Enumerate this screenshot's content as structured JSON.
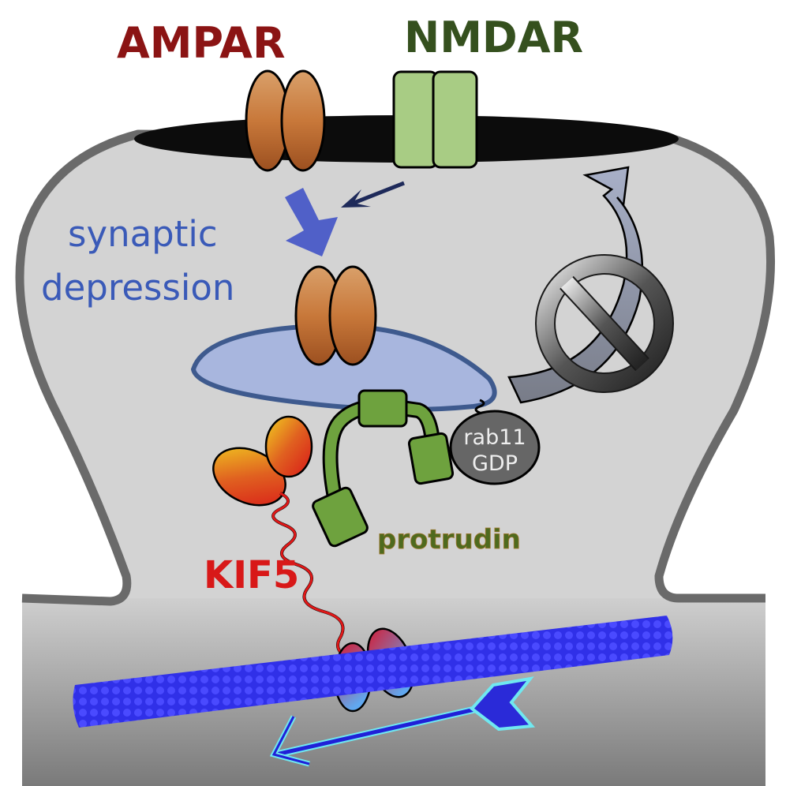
{
  "labels": {
    "ampar": "AMPAR",
    "nmdar": "NMDAR",
    "synaptic_line1": "synaptic",
    "synaptic_line2": "depression",
    "rab11_line1": "rab11",
    "rab11_line2": "GDP",
    "protrudin": "protrudin",
    "kif5": "KIF5"
  },
  "icons": {
    "prohibition": "prohibition-icon",
    "recycling_arrow": "curved-arrow-icon",
    "transport_arrow": "arrow-left-icon"
  },
  "colors": {
    "ampar_text": "#8b1414",
    "nmdar_text": "#35501e",
    "synaptic_text": "#3a5ab8",
    "ampar_fill": "#c87838",
    "nmdar_fill": "#a8cc84",
    "endosome_fill": "#a8b6de",
    "endosome_stroke": "#3e5a8e",
    "protrudin_fill": "#6ea23e",
    "protrudin_text": "#4e6a1e",
    "kif5_text": "#d81818",
    "rab11_fill": "#666666",
    "microtubule": "#3333ee",
    "spine_fill": "#d3d3d3",
    "spine_stroke": "#6a6a6a"
  }
}
